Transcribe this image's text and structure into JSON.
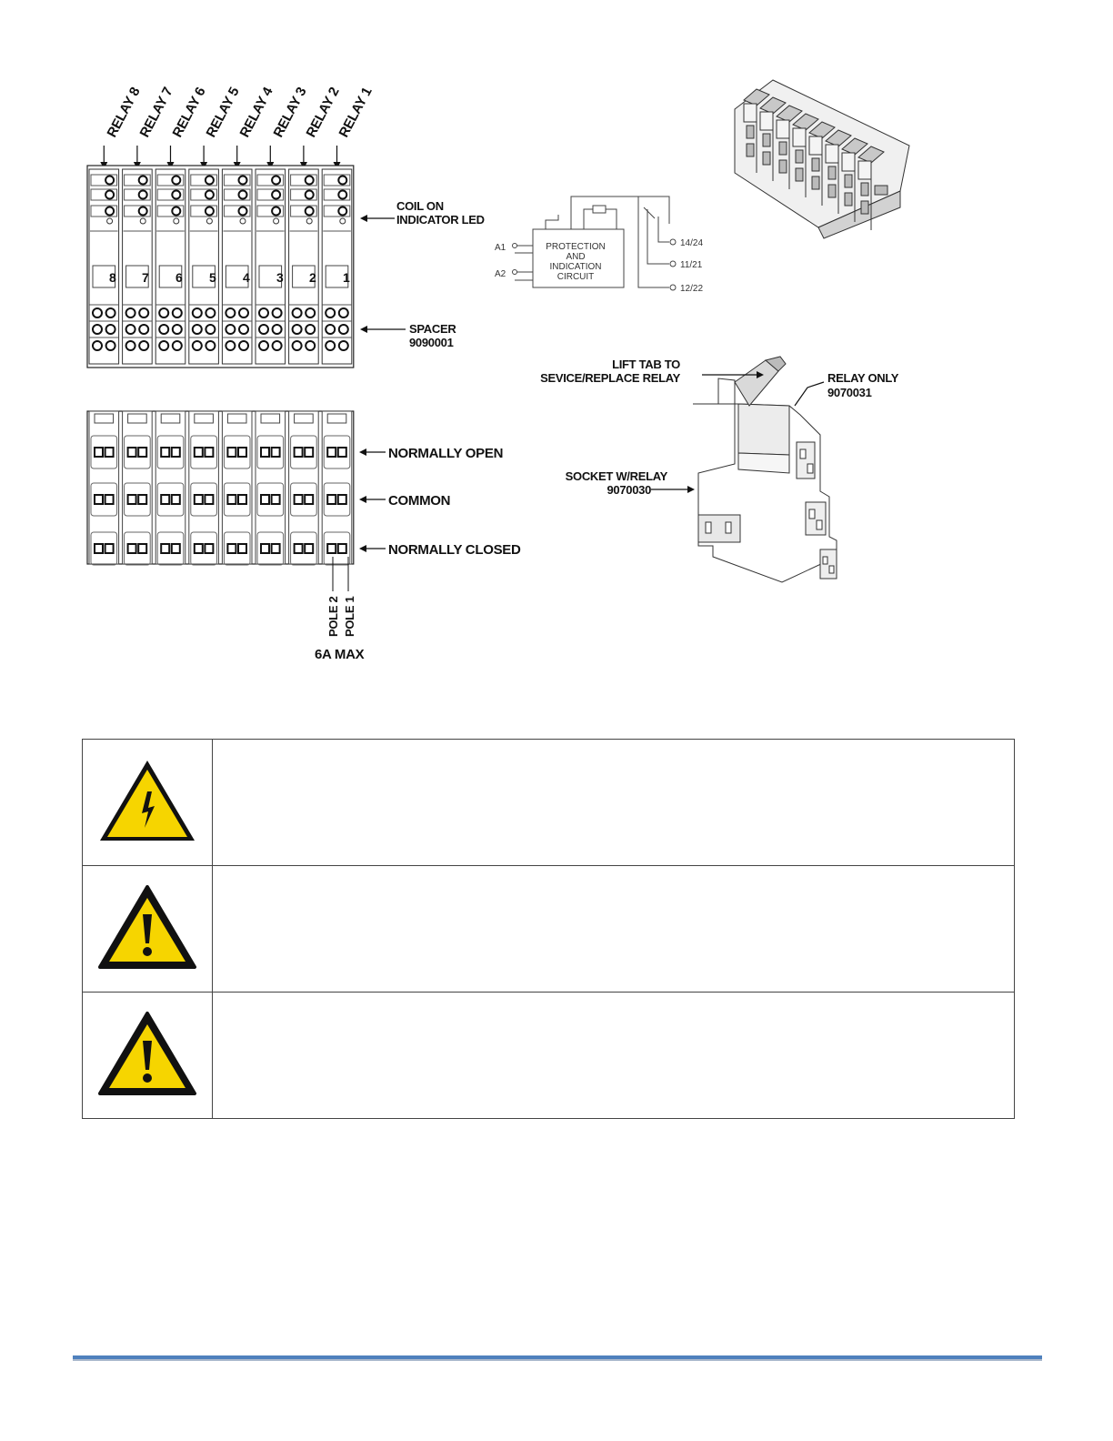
{
  "relay_bank": {
    "relay_labels": [
      "RELAY 8",
      "RELAY 7",
      "RELAY 6",
      "RELAY 5",
      "RELAY 4",
      "RELAY 3",
      "RELAY 2",
      "RELAY 1"
    ],
    "relay_numbers": [
      "8",
      "7",
      "6",
      "5",
      "4",
      "3",
      "2",
      "1"
    ],
    "coil_label_1": "COIL ON",
    "coil_label_2": "INDICATOR LED",
    "spacer_label_1": "SPACER",
    "spacer_label_2": "9090001"
  },
  "contacts": {
    "normally_open": "NORMALLY OPEN",
    "common": "COMMON",
    "normally_closed": "NORMALLY CLOSED",
    "pole_2": "POLE 2",
    "pole_1": "POLE 1",
    "max_rating": "6A MAX"
  },
  "schematic": {
    "a1": "A1",
    "a2": "A2",
    "circuit_lines": [
      "PROTECTION",
      "AND",
      "INDICATION",
      "CIRCUIT"
    ],
    "t1": "14/24",
    "t2": "11/21",
    "t3": "12/22"
  },
  "socket": {
    "lift_tab_1": "LIFT TAB TO",
    "lift_tab_2": "SEVICE/REPLACE RELAY",
    "relay_only_1": "RELAY ONLY",
    "relay_only_2": "9070031",
    "socket_1": "SOCKET W/RELAY",
    "socket_2": "9070030"
  },
  "warnings": [
    {
      "icon": "electrical-hazard-icon",
      "text": ""
    },
    {
      "icon": "caution-exclamation-icon",
      "text": ""
    },
    {
      "icon": "caution-exclamation-icon",
      "text": ""
    }
  ],
  "colors": {
    "warning_yellow": "#f6d500",
    "footer_rule": "#4f81bd"
  }
}
